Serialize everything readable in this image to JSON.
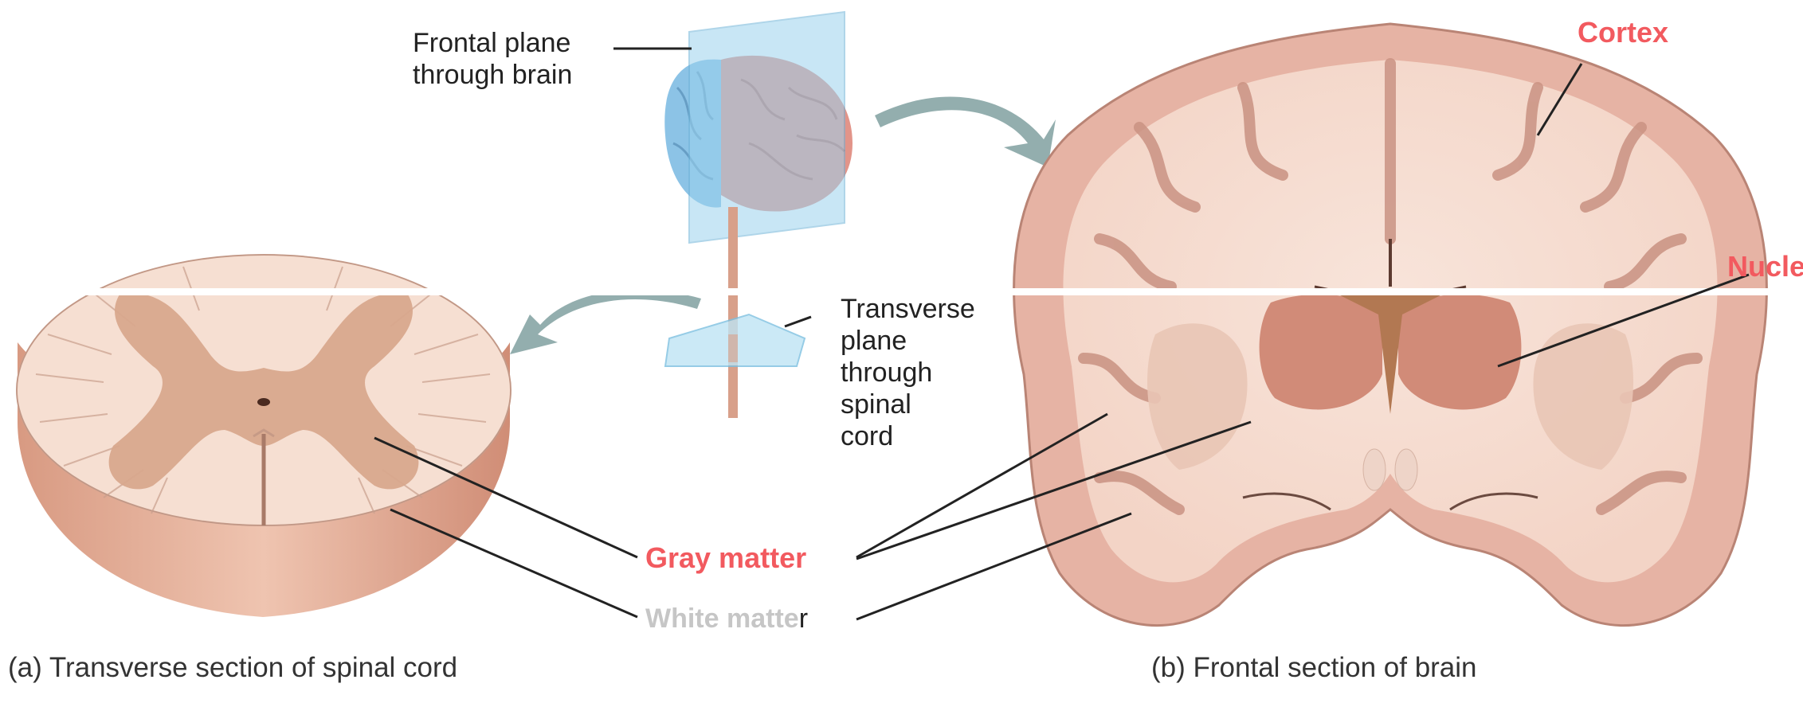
{
  "labels": {
    "frontal_plane": "Frontal plane\nthrough brain",
    "transverse_plane": "Transverse\nplane\nthrough\nspinal\ncord",
    "cortex": "Cortex",
    "nuclei": "Nuclei",
    "gray_matter": "Gray matter",
    "white_matter": "White matte",
    "white_matter_r": "r"
  },
  "captions": {
    "a": "(a) Transverse section of spinal cord",
    "b": "(b) Frontal section of brain"
  },
  "colors": {
    "highlight_label": "#f25a5f",
    "faded_label": "#c6c6c6",
    "white_matter": "#f8e1d5",
    "gray_matter": "#d9a98e",
    "cortex_pink": "#e6b3a4",
    "arrow": "#93aeae",
    "plane_blue": "#9cd3ee",
    "brain_left": "#8cc3e6",
    "brain_right": "#e29489"
  }
}
